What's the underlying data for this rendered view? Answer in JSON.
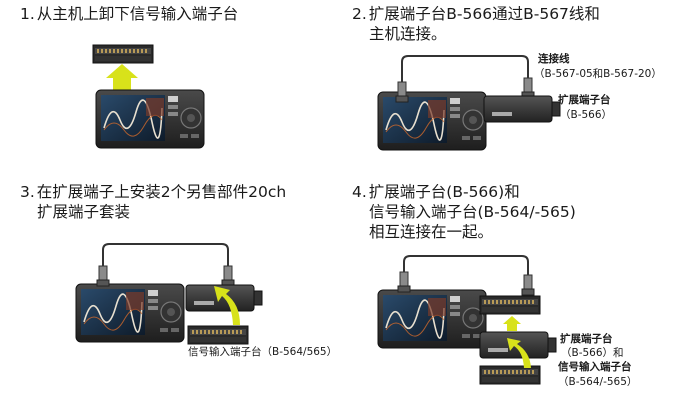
{
  "steps": [
    {
      "num": "1.",
      "line1": "从主机上卸下信号输入端子台",
      "line2": ""
    },
    {
      "num": "2.",
      "line1": "扩展端子台B-566通过B-567线和",
      "line2": "主机连接。"
    },
    {
      "num": "3.",
      "line1": "在扩展端子上安装2个另售部件20ch",
      "line2": "扩展端子套装"
    },
    {
      "num": "4.",
      "line1": "扩展端子台(B-566)和",
      "line2": "信号输入端子台(B-564/-565)",
      "line3": "相互连接在一起。"
    }
  ],
  "labels": {
    "cable_title": "连接线",
    "cable_models": "（B-567-05和B-567-20）",
    "ext_title_2": "扩展端子台",
    "ext_model_2": "（B-566）",
    "signal_block_3": "信号输入端子台（B-564/565）",
    "ext_title_4": "扩展端子台",
    "ext_model_4": "（B-566）和",
    "signal_title_4": "信号输入端子台",
    "signal_model_4": "（B-564/-565）"
  },
  "colors": {
    "arrow": "#d8e21a",
    "device_body": "#2b2b2b",
    "screen_bg": "#1b3148",
    "cable": "#333333"
  }
}
